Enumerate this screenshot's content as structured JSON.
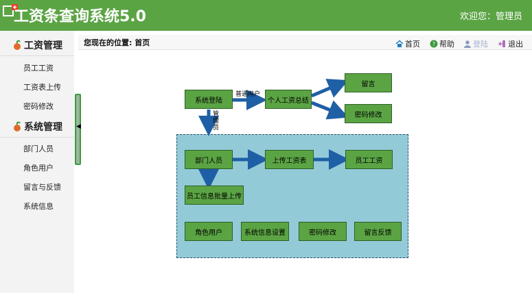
{
  "header": {
    "title": "工资条查询系统5.0",
    "welcome": "欢迎您：管理员"
  },
  "sidebar": {
    "groups": [
      {
        "title": "工资管理",
        "items": [
          "员工工资",
          "工资表上传",
          "密码修改"
        ]
      },
      {
        "title": "系统管理",
        "items": [
          "部门人员",
          "角色用户",
          "留言与反馈",
          "系统信息"
        ]
      }
    ]
  },
  "toolbar": {
    "location": "您现在的位置: 首页",
    "buttons": [
      {
        "label": "首页",
        "icon": "home-icon",
        "enabled": true
      },
      {
        "label": "帮助",
        "icon": "help-icon",
        "enabled": true
      },
      {
        "label": "登陆",
        "icon": "user-login-icon",
        "enabled": false
      },
      {
        "label": "退出",
        "icon": "exit-icon",
        "enabled": true
      }
    ]
  },
  "flow": {
    "login": "系统登陆",
    "normal_user": "普通用户",
    "personal_summary": "个人工资总结",
    "message": "留言",
    "pwd_change": "密码修改",
    "admin_label": "管理员",
    "dept_staff": "部门人员",
    "upload_salary": "上传工资表",
    "employee_salary": "员工工资",
    "batch_upload": "员工信息批量上传",
    "role_user": "角色用户",
    "sys_settings": "系统信息设置",
    "pwd_change2": "密码修改",
    "feedback": "留言反馈"
  },
  "colors": {
    "header_green": "#5ba444",
    "box_green": "#5ba444",
    "region_blue": "#92cbd7",
    "arrow_blue": "#1f5fa6"
  }
}
